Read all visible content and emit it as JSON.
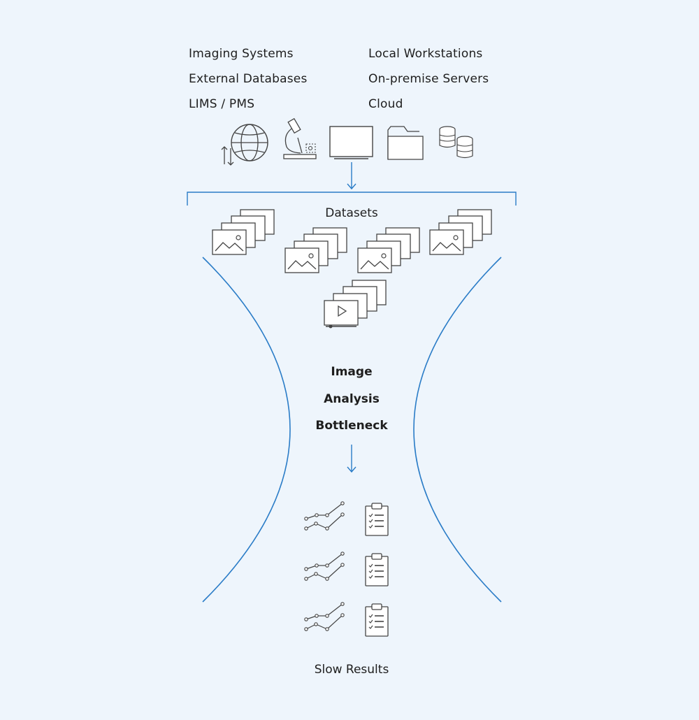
{
  "sources": {
    "left": [
      "Imaging Systems",
      "External Databases",
      "LIMS / PMS"
    ],
    "right": [
      "Local Workstations",
      "On-premise Servers",
      "Cloud"
    ],
    "icons": [
      "globe-sync-icon",
      "microscope-icon",
      "monitor-icon",
      "folder-icon",
      "database-icon"
    ]
  },
  "datasets_label": "Datasets",
  "bottleneck": {
    "line1": "Image",
    "line2": "Analysis",
    "line3": "Bottleneck"
  },
  "results_label": "Slow Results",
  "colors": {
    "accent": "#2a7cc7",
    "icon_stroke": "#3c3c3c",
    "background": "#eef5fc"
  }
}
